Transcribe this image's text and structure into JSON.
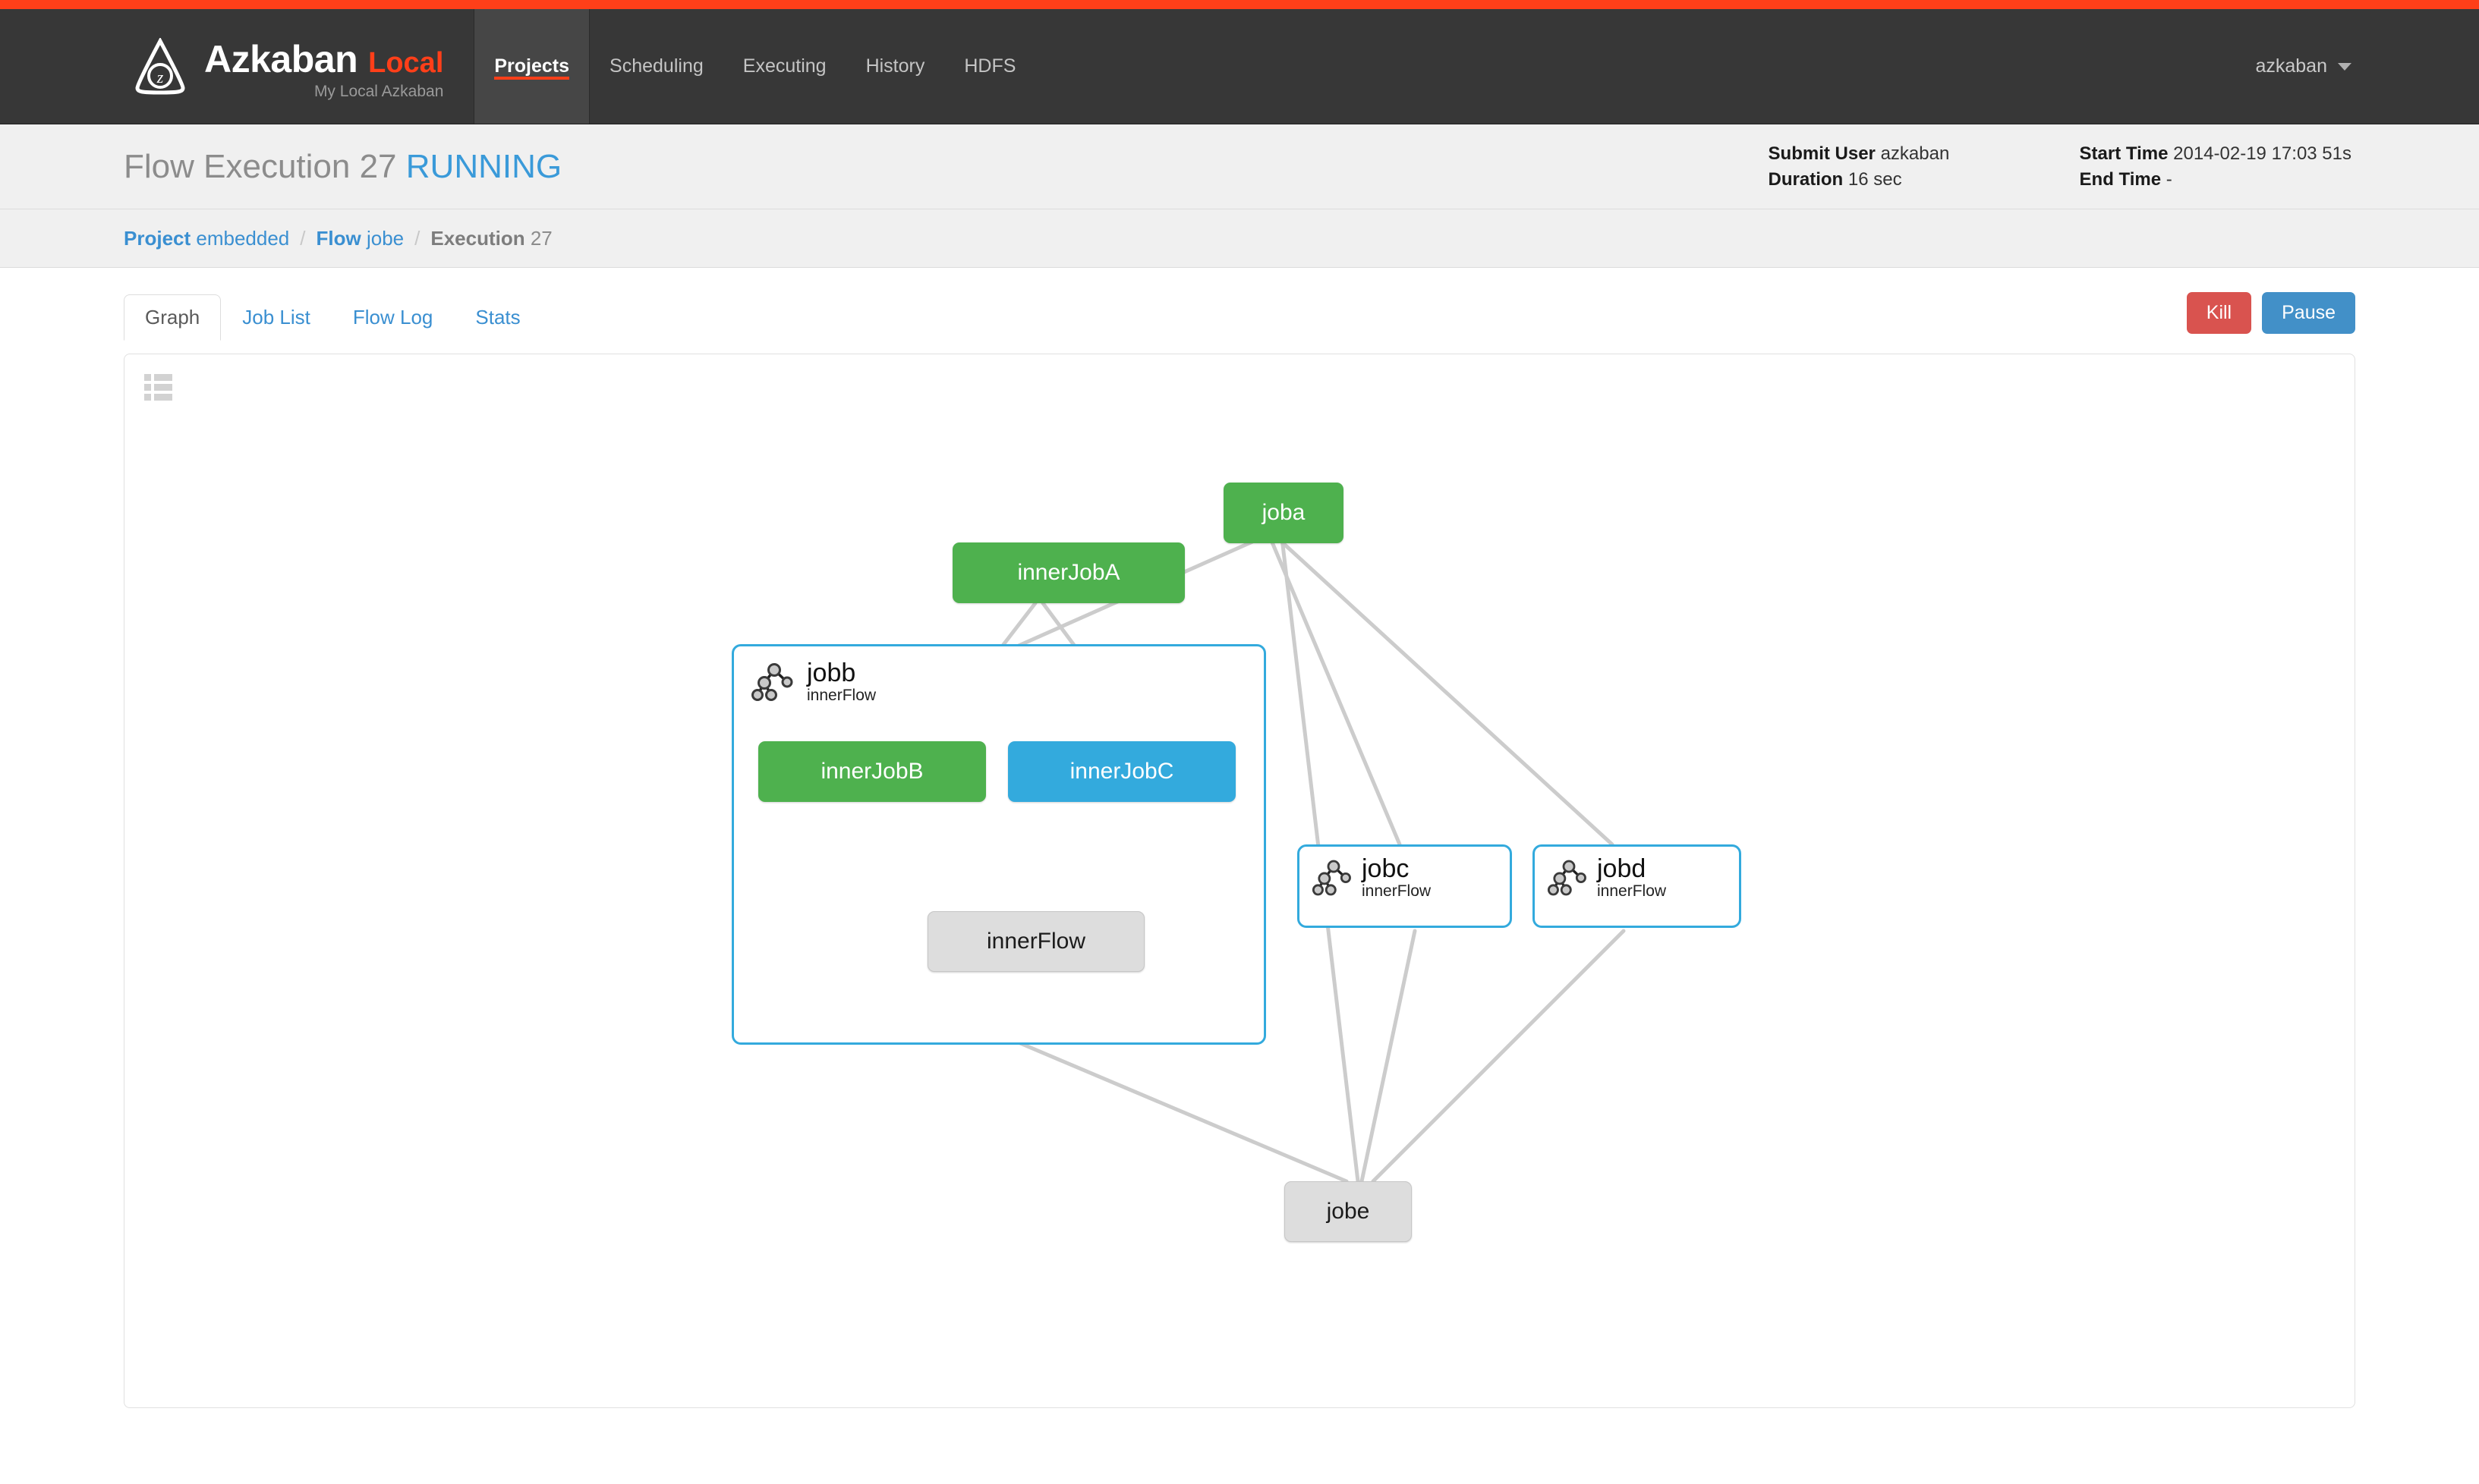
{
  "accent_color": "#ff3f19",
  "navbar": {
    "brand_name": "Azkaban",
    "brand_suffix": "Local",
    "brand_subtitle": "My Local Azkaban",
    "logo_icon": "azkaban-triangle-logo",
    "items": [
      {
        "label": "Projects",
        "active": true
      },
      {
        "label": "Scheduling",
        "active": false
      },
      {
        "label": "Executing",
        "active": false
      },
      {
        "label": "History",
        "active": false
      },
      {
        "label": "HDFS",
        "active": false
      }
    ],
    "user": {
      "name": "azkaban",
      "caret_icon": "chevron-down-icon"
    }
  },
  "page_header": {
    "title_prefix": "Flow Execution 27",
    "status": "RUNNING",
    "status_color": "#3a9ad9",
    "meta": {
      "submit_user_label": "Submit User",
      "submit_user_value": "azkaban",
      "duration_label": "Duration",
      "duration_value": "16 sec",
      "start_time_label": "Start Time",
      "start_time_value": "2014-02-19 17:03 51s",
      "end_time_label": "End Time",
      "end_time_value": "-"
    }
  },
  "breadcrumb": {
    "project_label": "Project",
    "project_value": "embedded",
    "flow_label": "Flow",
    "flow_value": "jobe",
    "execution_label": "Execution",
    "execution_value": "27",
    "separator": "/"
  },
  "tabs": [
    {
      "label": "Graph",
      "active": true
    },
    {
      "label": "Job List",
      "active": false
    },
    {
      "label": "Flow Log",
      "active": false
    },
    {
      "label": "Stats",
      "active": false
    }
  ],
  "actions": {
    "kill_label": "Kill",
    "kill_color": "#d9534f",
    "pause_label": "Pause",
    "pause_color": "#4290c8"
  },
  "graph": {
    "toolbar_icon": "list-view-icon",
    "status_colors": {
      "succeeded": "#4eb14e",
      "running": "#33aadd",
      "ready": "#dddddd"
    },
    "edge_color": "#cccccc",
    "nodes": [
      {
        "id": "joba",
        "label": "joba",
        "status": "succeeded"
      },
      {
        "id": "jobb",
        "label": "jobb",
        "type_label": "innerFlow",
        "status": "expanded-subflow"
      },
      {
        "id": "innerJobA",
        "label": "innerJobA",
        "status": "succeeded"
      },
      {
        "id": "innerJobB",
        "label": "innerJobB",
        "status": "succeeded"
      },
      {
        "id": "innerJobC",
        "label": "innerJobC",
        "status": "running"
      },
      {
        "id": "innerFlow",
        "label": "innerFlow",
        "status": "ready"
      },
      {
        "id": "jobc",
        "label": "jobc",
        "type_label": "innerFlow",
        "status": "collapsed-subflow"
      },
      {
        "id": "jobd",
        "label": "jobd",
        "type_label": "innerFlow",
        "status": "collapsed-subflow"
      },
      {
        "id": "jobe",
        "label": "jobe",
        "status": "ready"
      }
    ],
    "edges": [
      {
        "from": "joba",
        "to": "jobb"
      },
      {
        "from": "joba",
        "to": "jobc"
      },
      {
        "from": "joba",
        "to": "jobd"
      },
      {
        "from": "joba",
        "to": "jobe"
      },
      {
        "from": "innerJobA",
        "to": "innerJobB"
      },
      {
        "from": "innerJobA",
        "to": "innerJobC"
      },
      {
        "from": "innerJobB",
        "to": "innerFlow"
      },
      {
        "from": "innerJobC",
        "to": "innerFlow"
      },
      {
        "from": "jobb",
        "to": "jobe"
      },
      {
        "from": "jobc",
        "to": "jobe"
      },
      {
        "from": "jobd",
        "to": "jobe"
      }
    ]
  }
}
